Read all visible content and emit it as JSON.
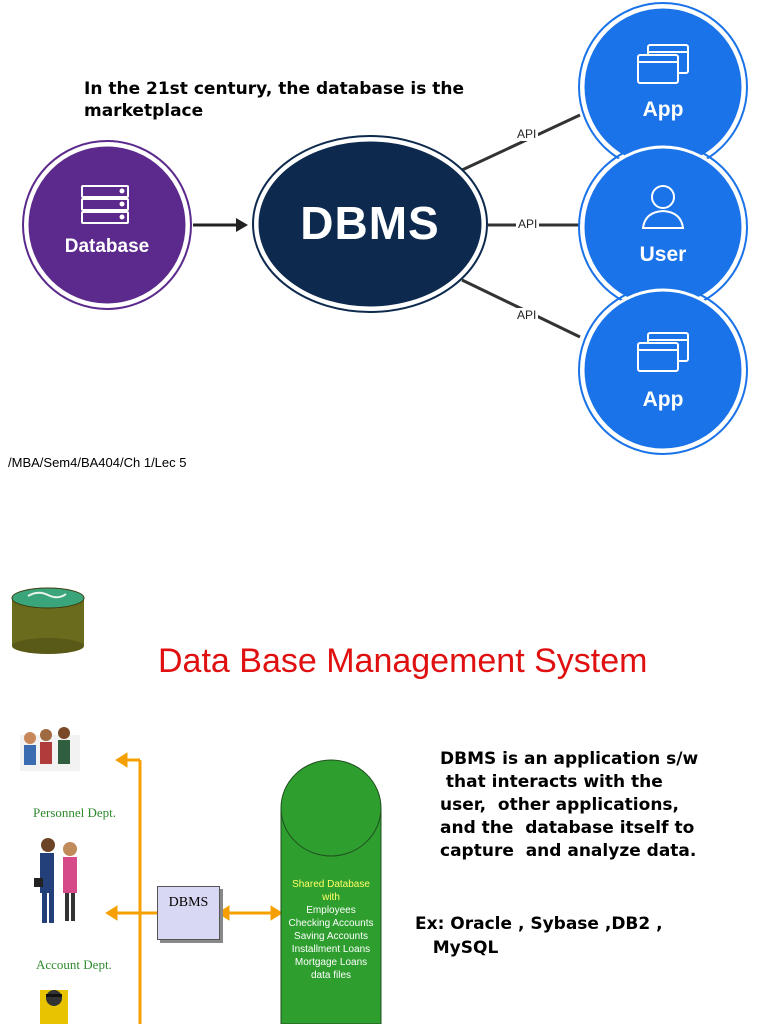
{
  "slide1": {
    "headline_line1": "In the 21st century, the database is the",
    "headline_line2": "marketplace",
    "nodes": {
      "database": "Database",
      "dbms": "DBMS",
      "app_top": "App",
      "user": "User",
      "app_bottom": "App"
    },
    "api_labels": [
      "API",
      "API",
      "API"
    ],
    "footer_ref": "/MBA/Sem4/BA404/Ch 1/Lec 5",
    "colors": {
      "database_circle": "#5b2a8c",
      "dbms_circle": "#0d2a4e",
      "outer_circles": "#1a73e8"
    },
    "icons": [
      "server-stack-icon",
      "window-stack-icon",
      "user-icon",
      "window-stack-icon"
    ]
  },
  "slide2": {
    "title": "Data Base Management System",
    "dept_labels": [
      "Personnel Dept.",
      "Account Dept."
    ],
    "dbms_box": "DBMS",
    "shared_db": {
      "title_lines": [
        "Shared Database",
        "with"
      ],
      "items": [
        "Employees",
        "Checking Accounts",
        "Saving Accounts",
        "Installment Loans",
        "Mortgage Loans",
        "data files"
      ]
    },
    "description_lines": [
      "DBMS is an application s/w",
      " that interacts with the",
      "user,  other applications,",
      "and the  database itself to",
      "capture  and analyze data."
    ],
    "examples_lines": [
      "Ex: Oracle , Sybase ,DB2 ,",
      "   MySQL"
    ],
    "colors": {
      "title": "#e01010",
      "connectors": "#f5a000",
      "shared_db_cylinder": "#2e9e2e"
    }
  }
}
